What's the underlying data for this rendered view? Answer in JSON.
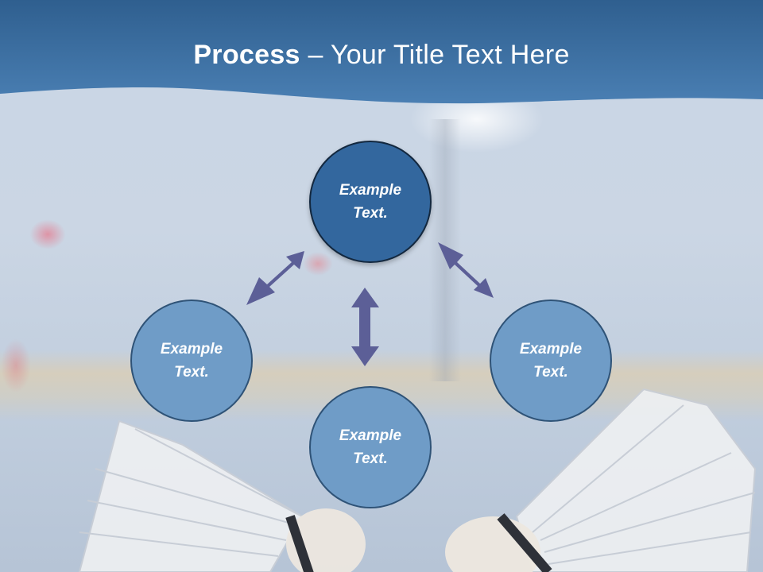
{
  "slide": {
    "title_bold": "Process",
    "title_rest": " – Your Title Text Here"
  },
  "diagram": {
    "nodes": [
      {
        "id": "top",
        "text": "Example Text."
      },
      {
        "id": "left",
        "text": "Example Text."
      },
      {
        "id": "bottom",
        "text": "Example Text."
      },
      {
        "id": "right",
        "text": "Example Text."
      }
    ],
    "connectors": [
      {
        "from": "top",
        "to": "left",
        "style": "double-arrow"
      },
      {
        "from": "top",
        "to": "bottom",
        "style": "double-arrow"
      },
      {
        "from": "top",
        "to": "right",
        "style": "double-arrow"
      }
    ],
    "colors": {
      "header": "#3f6f9f",
      "top_node": "#33679e",
      "side_node": "#6f9cc7",
      "arrow": "#5c5f97"
    }
  }
}
